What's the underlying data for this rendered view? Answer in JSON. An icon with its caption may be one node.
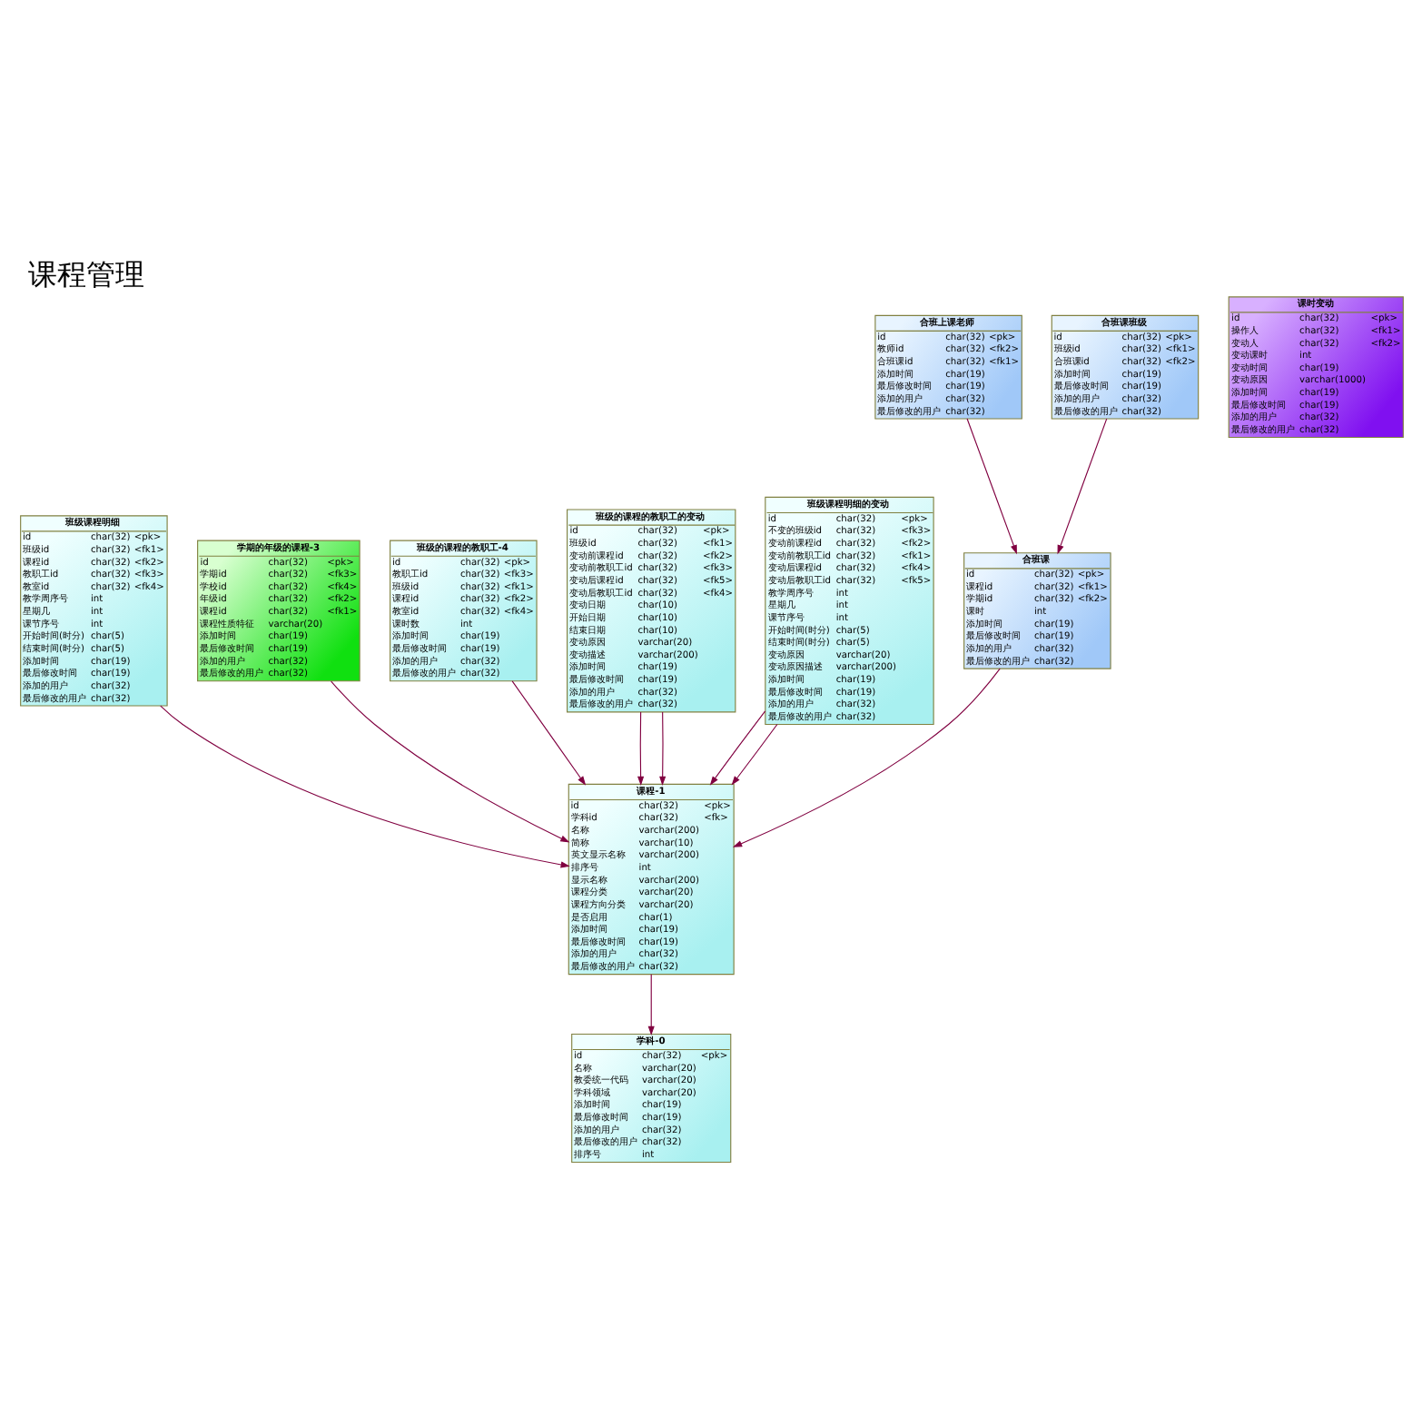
{
  "diagram": {
    "title": "课程管理",
    "nodes": [
      {
        "text": [
          "班级课程明细",
          "id char(32) <pk>",
          "班级id char(32) <fk1>",
          "课程id char(32) <fk2>",
          "教职工id char(32) <fk3>",
          "教室id char(32) <fk4>",
          "教学周序号 int",
          "星期几 int",
          "课节序号 int",
          "开始时间(时分) char(5)",
          "结束时间(时分) char(5)",
          "添加时间 char(19)",
          "最后修改时间 char(19)",
          "添加的用户 char(32)",
          "最后修改的用户 char(32)"
        ]
      },
      {
        "text": [
          "学期的年级的课程-3",
          "id char(32) <pk>",
          "学期id char(32) <fk3>",
          "学校id char(32) <fk4>",
          "年级id char(32) <fk2>",
          "课程id char(32) <fk1>",
          "课程性质特征 varchar(20)",
          "添加时间 char(19)",
          "最后修改时间 char(19)",
          "添加的用户 char(32)",
          "最后修改的用户 char(32)"
        ]
      },
      {
        "text": [
          "学科-0",
          "id char(32) <pk>",
          "名称 varchar(20)",
          "教委统一代码 varchar(20)",
          "学科领域 varchar(20)",
          "添加时间 char(19)",
          "最后修改时间 char(19)",
          "添加的用户 char(32)",
          "最后修改的用户 char(32)",
          "排序号 int"
        ]
      },
      {
        "text": [
          "课程-1",
          "id char(32) <pk>",
          "学科id char(32) <fk>",
          "名称 varchar(200)",
          "简称 varchar(10)",
          "英文显示名称 varchar(200)",
          "排序号 int",
          "显示名称 varchar(200)",
          "课程分类 varchar(20)",
          "课程方向分类 varchar(20)",
          "是否启用 char(1)",
          "添加时间 char(19)",
          "最后修改时间 char(19)",
          "添加的用户 char(32)",
          "最后修改的用户 char(32)"
        ]
      },
      {
        "text": [
          "班级的课程的教职工-4",
          "id char(32) <pk>",
          "教职工id char(32) <fk3>",
          "班级id char(32) <fk1>",
          "课程id char(32) <fk2>",
          "教室id char(32) <fk4>",
          "课时数 int",
          "添加时间 char(19)",
          "最后修改时间 char(19)",
          "添加的用户 char(32)",
          "最后修改的用户 char(32)"
        ]
      },
      {
        "text": [
          "课时变动",
          "id char(32) <pk>",
          "操作人 char(32) <fk1>",
          "变动人 char(32) <fk2>",
          "变动课时 int",
          "变动时间 char(19)",
          "变动原因 varchar(1000)",
          "添加时间 char(19)",
          "最后修改时间 char(19)",
          "添加的用户 char(32)",
          "最后修改的用户 char(32)"
        ]
      },
      {
        "text": [
          "班级的课程的教职工的变动",
          "id char(32) <pk>",
          "班级id char(32) <fk1>",
          "变动前课程id char(32) <fk2>",
          "变动前教职工id char(32) <fk3>",
          "变动后课程id char(32) <fk5>",
          "变动后教职工id char(32) <fk4>",
          "变动日期 char(10)",
          "开始日期 char(10)",
          "结束日期 char(10)",
          "变动原因 varchar(20)",
          "变动描述 varchar(200)",
          "添加时间 char(19)",
          "最后修改时间 char(19)",
          "添加的用户 char(32)",
          "最后修改的用户 char(32)"
        ]
      },
      {
        "text": [
          "班级课程明细的变动",
          "id char(32) <pk>",
          "不变的班级id char(32) <fk3>",
          "变动前课程id char(32) <fk2>",
          "变动前教职工id char(32) <fk1>",
          "变动后课程id char(32) <fk4>",
          "变动后教职工id char(32) <fk5>",
          "教学周序号 int",
          "星期几 int",
          "课节序号 int",
          "开始时间(时分) char(5)",
          "结束时间(时分) char(5)",
          "变动原因 varchar(20)",
          "变动原因描述 varchar(200)",
          "添加时间 char(19)",
          "最后修改时间 char(19)",
          "添加的用户 char(32)",
          "最后修改的用户 char(32)"
        ]
      },
      {
        "text": [
          "合班课",
          "id char(32) <pk>",
          "课程id char(32) <fk1>",
          "学期id char(32) <fk2>",
          "课时 int",
          "添加时间 char(19)",
          "最后修改时间 char(19)",
          "添加的用户 char(32)",
          "最后修改的用户 char(32)"
        ]
      },
      {
        "text": [
          "合班上课老师",
          "id char(32) <pk>",
          "教师id char(32) <fk2>",
          "合班课id char(32) <fk1>",
          "添加时间 char(19)",
          "最后修改时间 char(19)",
          "添加的用户 char(32)",
          "最后修改的用户 char(32)"
        ]
      },
      {
        "text": [
          "合班课班级",
          "id char(32) <pk>",
          "班级id char(32) <fk1>",
          "合班课id char(32) <fk2>",
          "添加时间 char(19)",
          "最后修改时间 char(19)",
          "添加的用户 char(32)",
          "最后修改的用户 char(32)"
        ]
      }
    ],
    "edges": [
      {
        "from": 3,
        "to": 2,
        "arrow": "to"
      },
      {
        "from": 0,
        "to": 3,
        "arrow": "to"
      },
      {
        "from": 1,
        "to": 3,
        "arrow": "to"
      },
      {
        "from": 4,
        "to": 3,
        "arrow": "to"
      },
      {
        "from": 6,
        "to": 3,
        "arrow": "to"
      },
      {
        "from": 6,
        "to": 3,
        "arrow": "to"
      },
      {
        "from": 7,
        "to": 3,
        "arrow": "to"
      },
      {
        "from": 7,
        "to": 3,
        "arrow": "to"
      },
      {
        "from": 8,
        "to": 3,
        "arrow": "to"
      },
      {
        "from": 9,
        "to": 8,
        "arrow": "to"
      },
      {
        "from": 10,
        "to": 8,
        "arrow": "to"
      }
    ]
  }
}
